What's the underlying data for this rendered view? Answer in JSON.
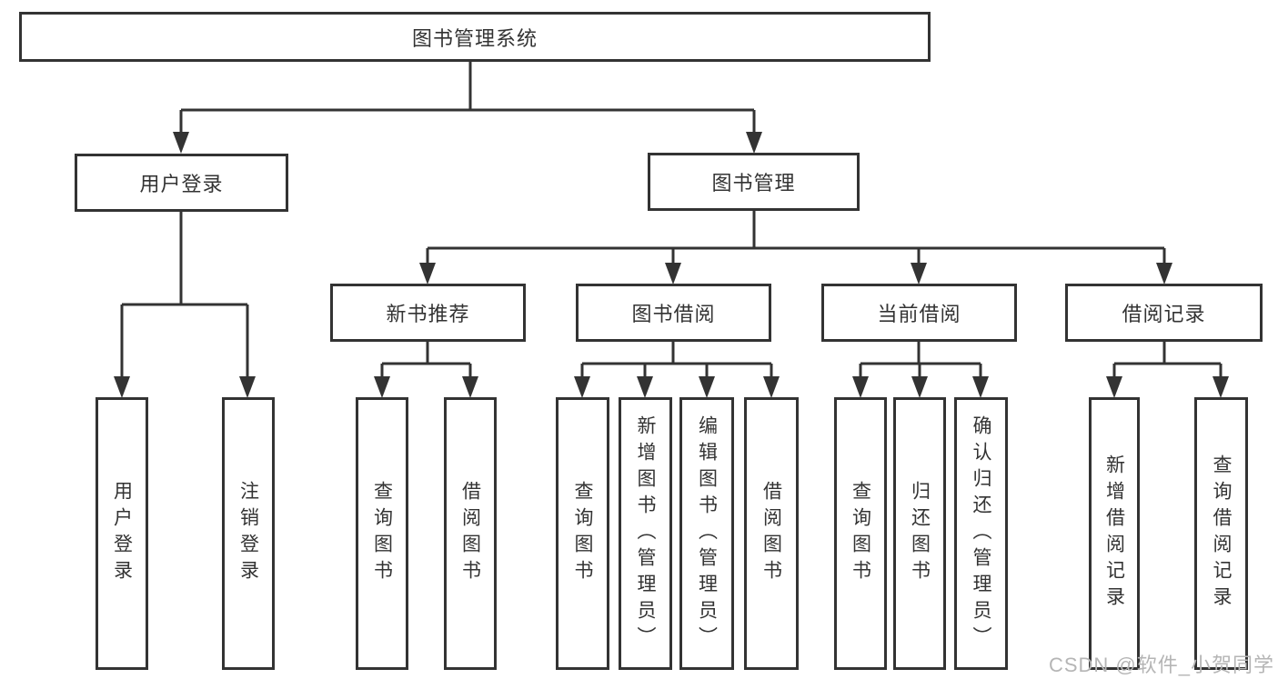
{
  "diagram_type": "hierarchy-tree",
  "tree": {
    "label": "图书管理系统",
    "children": [
      {
        "label": "用户登录",
        "children": [
          {
            "label": "用户登录"
          },
          {
            "label": "注销登录"
          }
        ]
      },
      {
        "label": "图书管理",
        "children": [
          {
            "label": "新书推荐",
            "children": [
              {
                "label": "查询图书"
              },
              {
                "label": "借阅图书"
              }
            ]
          },
          {
            "label": "图书借阅",
            "children": [
              {
                "label": "查询图书"
              },
              {
                "label": "新增图书（管理员）"
              },
              {
                "label": "编辑图书（管理员）"
              },
              {
                "label": "借阅图书"
              }
            ]
          },
          {
            "label": "当前借阅",
            "children": [
              {
                "label": "查询图书"
              },
              {
                "label": "归还图书"
              },
              {
                "label": "确认归还（管理员）"
              }
            ]
          },
          {
            "label": "借阅记录",
            "children": [
              {
                "label": "新增借阅记录"
              },
              {
                "label": "查询借阅记录"
              }
            ]
          }
        ]
      }
    ]
  },
  "watermark": "CSDN @软件_小贺同学",
  "colors": {
    "line": "#333333",
    "box_border": "#333333",
    "text": "#333333",
    "background": "#ffffff",
    "watermark": "#b5b5b5"
  }
}
